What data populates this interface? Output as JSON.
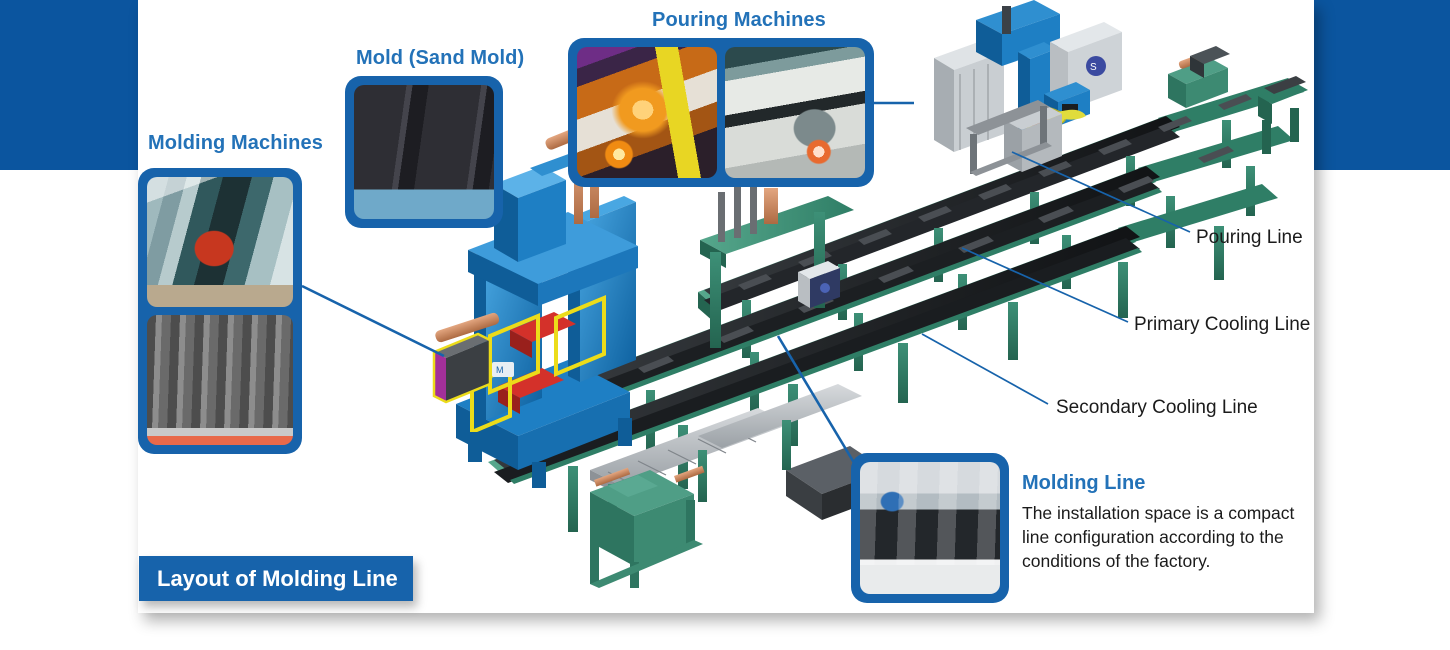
{
  "page": {
    "title": "Layout of Molding Line",
    "accent_blue": "#1763ab",
    "band_blue": "#0b559f",
    "heading_blue": "#2372b8",
    "text_dark": "#1b1b1b",
    "conveyor_green": "#3f9479",
    "machine_blue": "#1f7fc4"
  },
  "banner": {
    "label": "Layout of Molding Line"
  },
  "headings": {
    "molding_machines": "Molding Machines",
    "mold_sand_mold": "Mold (Sand Mold)",
    "pouring_machines": "Pouring Machines"
  },
  "photo_cards": {
    "molding_machines": {
      "photos": [
        {
          "name": "molding-machine-photo",
          "caption": "Molding machine press in plant"
        },
        {
          "name": "molding-pattern-photo",
          "caption": "Sand mold pattern plate"
        }
      ]
    },
    "mold_sand_mold": {
      "photos": [
        {
          "name": "sand-mold-photo",
          "caption": "Sand molds on conveyor"
        }
      ]
    },
    "pouring_machines": {
      "photos": [
        {
          "name": "pouring-hot-metal-photo",
          "caption": "Hot metal pouring operation"
        },
        {
          "name": "poured-mold-photo",
          "caption": "Mold cavity with poured metal"
        }
      ]
    },
    "molding_line": {
      "photos": [
        {
          "name": "molding-line-photo",
          "caption": "Molding line installation"
        }
      ]
    }
  },
  "lead_labels": [
    {
      "id": "pouring-line",
      "text": "Pouring Line"
    },
    {
      "id": "primary-cooling-line",
      "text": "Primary Cooling Line"
    },
    {
      "id": "secondary-cooling-line",
      "text": "Secondary Cooling Line"
    }
  ],
  "molding_line_note": {
    "title": "Molding Line",
    "body": "The installation space is a compact line configuration according to the conditions of the factory."
  }
}
